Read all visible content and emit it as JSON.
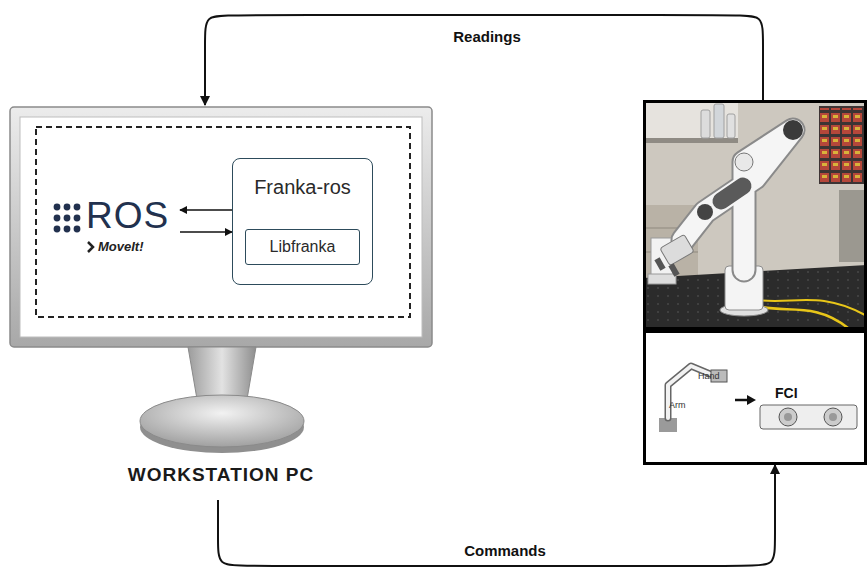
{
  "diagram": {
    "nodes": [
      {
        "text": [
          "WORKSTATION PC"
        ]
      },
      {
        "text": [
          "ROS",
          "MoveIt!"
        ],
        "in": 0
      },
      {
        "text": [
          "Franka-ros"
        ],
        "in": 0
      },
      {
        "text": [
          "Libfranka"
        ],
        "in": 2
      },
      {
        "text": [
          "FCI"
        ]
      }
    ],
    "edges": [
      {
        "from": 2,
        "to": 1,
        "arrow": "to"
      },
      {
        "from": 1,
        "to": 2,
        "arrow": "to"
      },
      {
        "from": 4,
        "to": 0,
        "label": "Readings",
        "arrow": "to"
      },
      {
        "from": 0,
        "to": 4,
        "label": "Commands",
        "arrow": "to"
      }
    ],
    "labels": [
      "Hand",
      "Arm"
    ]
  }
}
